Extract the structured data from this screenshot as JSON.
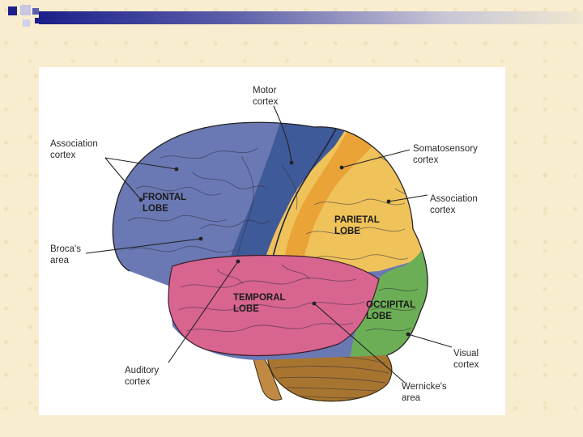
{
  "slide": {
    "accent_colors": [
      "#1d1f8a",
      "#5a5ea8",
      "#c9c6d6"
    ],
    "background_color": "#f8edcf"
  },
  "diagram": {
    "regions": {
      "frontal": {
        "label_line1": "FRONTAL",
        "label_line2": "LOBE",
        "color": "#6a78b4"
      },
      "motor": {
        "color": "#3f5a98"
      },
      "parietal": {
        "label_line1": "PARIETAL",
        "label_line2": "LOBE",
        "color": "#efc25a"
      },
      "somatosensory": {
        "color": "#e8a032"
      },
      "temporal": {
        "label_line1": "TEMPORAL",
        "label_line2": "LOBE",
        "color": "#d86490"
      },
      "occipital": {
        "label_line1": "OCCIPITAL",
        "label_line2": "LOBE",
        "color": "#6cae55"
      },
      "cerebellum": {
        "color": "#a87530"
      }
    },
    "callouts": {
      "motor_cortex": {
        "line1": "Motor",
        "line2": "cortex"
      },
      "association_cortex_frontal": {
        "line1": "Association",
        "line2": "cortex"
      },
      "somatosensory_cortex": {
        "line1": "Somatosensory",
        "line2": "cortex"
      },
      "association_cortex_parietal": {
        "line1": "Association",
        "line2": "cortex"
      },
      "brocas_area": {
        "line1": "Broca's",
        "line2": "area"
      },
      "visual_cortex": {
        "line1": "Visual",
        "line2": "cortex"
      },
      "auditory_cortex": {
        "line1": "Auditory",
        "line2": "cortex"
      },
      "wernickes_area": {
        "line1": "Wernicke's",
        "line2": "area"
      }
    }
  }
}
